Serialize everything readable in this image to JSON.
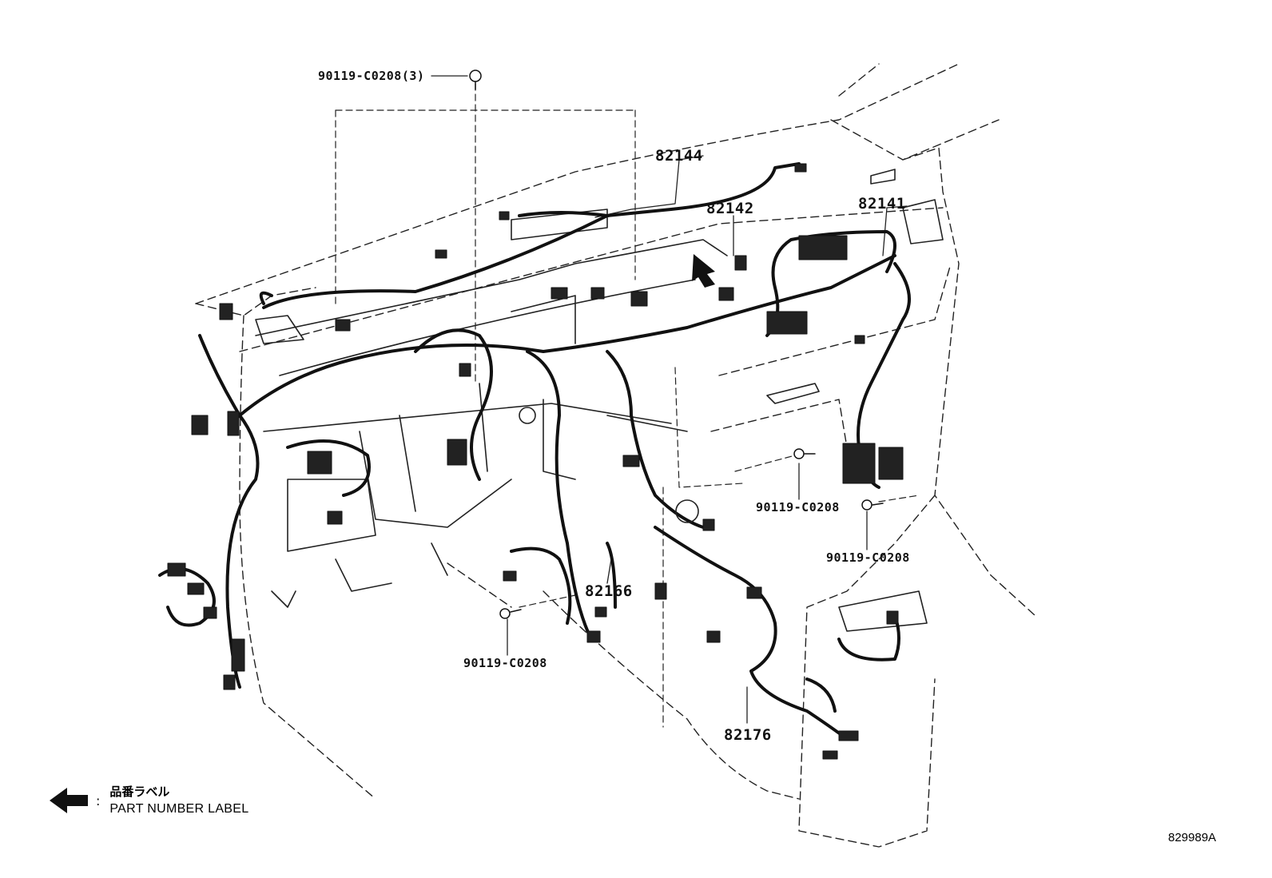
{
  "labels": {
    "bolt_top": "90119-C0208(3)",
    "p82144": "82144",
    "p82142": "82142",
    "p82141": "82141",
    "bolt_right_mid": "90119-C0208",
    "bolt_right_low": "90119-C0208",
    "p82166": "82166",
    "bolt_bottom": "90119-C0208",
    "p82176": "82176"
  },
  "legend": {
    "jp": "品番ラベル",
    "en": "PART NUMBER LABEL",
    "separator": ":"
  },
  "code": "829989A"
}
